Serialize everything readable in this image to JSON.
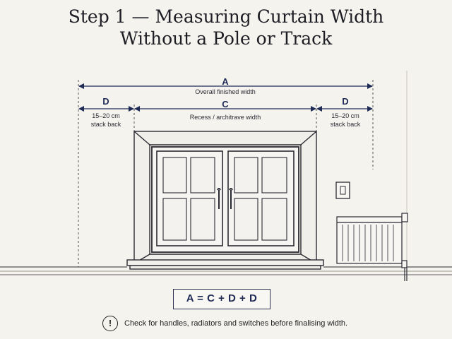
{
  "title": {
    "line1": "Step 1 — Measuring Curtain Width",
    "line2": "Without a Pole or Track"
  },
  "dimensions": {
    "A": {
      "letter": "A",
      "caption": "Overall finished width"
    },
    "C": {
      "letter": "C",
      "caption": "Recess / architrave width"
    },
    "D_left": {
      "letter": "D",
      "caption_line1": "15–20 cm",
      "caption_line2": "stack back"
    },
    "D_right": {
      "letter": "D",
      "caption_line1": "15–20 cm",
      "caption_line2": "stack back"
    }
  },
  "formula": "A = C + D + D",
  "note": {
    "icon": "exclamation-icon",
    "symbol": "!",
    "text": "Check for handles, radiators and switches before finalising width."
  },
  "colors": {
    "background": "#f5f3ee",
    "ink": "#1f2a55",
    "line": "#2b2b33"
  }
}
